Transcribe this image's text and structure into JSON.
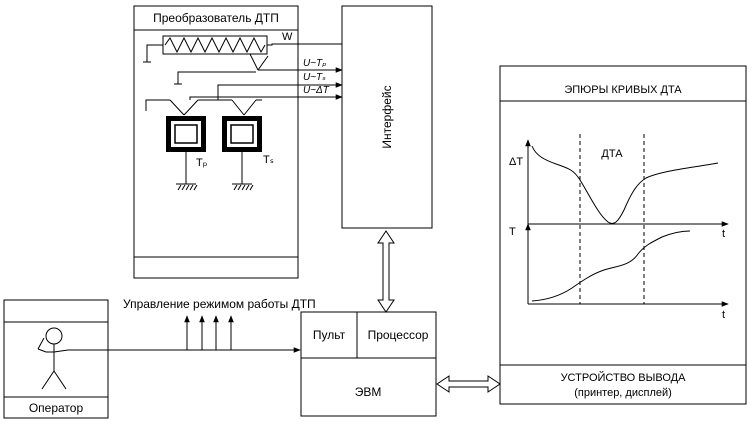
{
  "converter": {
    "title": "Преобразователь ДТП",
    "w_label": "W",
    "signal_tp": "U~Tₚ",
    "signal_ts": "U~Tₛ",
    "signal_dt": "U~ΔT",
    "tp_label": "Tₚ",
    "ts_label": "Tₛ"
  },
  "interface": {
    "label": "Интерфейс"
  },
  "control_label": "Управление режимом работы ДТП",
  "operator": {
    "label": "Оператор"
  },
  "computer": {
    "console": "Пульт",
    "processor": "Процессор",
    "label": "ЭВМ"
  },
  "output": {
    "title": "ЭПЮРЫ КРИВЫХ ДТА",
    "dta_label": "ДТА",
    "delta_t_axis": "ΔT",
    "t_axis": "T",
    "time_axis_1": "t",
    "time_axis_2": "t",
    "device_line1": "УСТРОЙСТВО ВЫВОДА",
    "device_line2": "(принтер, дисплей)"
  }
}
